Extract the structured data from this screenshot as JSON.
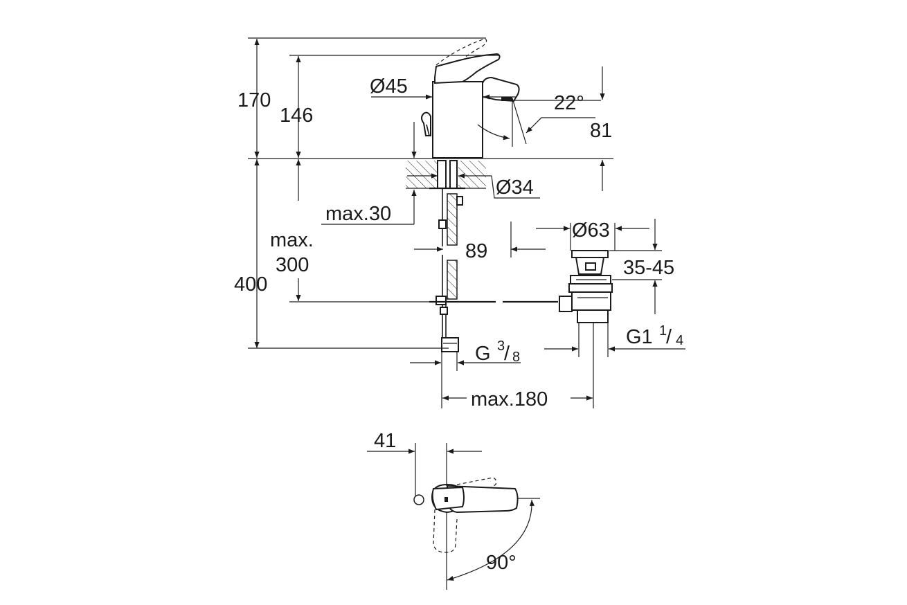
{
  "dimensions": {
    "height_total": "170",
    "height_spout": "146",
    "body_diameter": "Ø45",
    "spout_angle": "22°",
    "spout_projection_height": "81",
    "hole_diameter": "Ø34",
    "deck_thickness": "max.30",
    "supply_length_prefix": "max.",
    "supply_length_value": "300",
    "total_depth": "400",
    "lift_rod": "89",
    "waste_diameter": "Ø63",
    "waste_range": "35-45",
    "waste_thread": "G1",
    "waste_thread_num": "1",
    "waste_thread_den": "4",
    "supply_thread": "G",
    "supply_thread_num": "3",
    "supply_thread_den": "8",
    "max_distance": "max.180",
    "plan_offset": "41",
    "rotation_angle": "90°"
  }
}
